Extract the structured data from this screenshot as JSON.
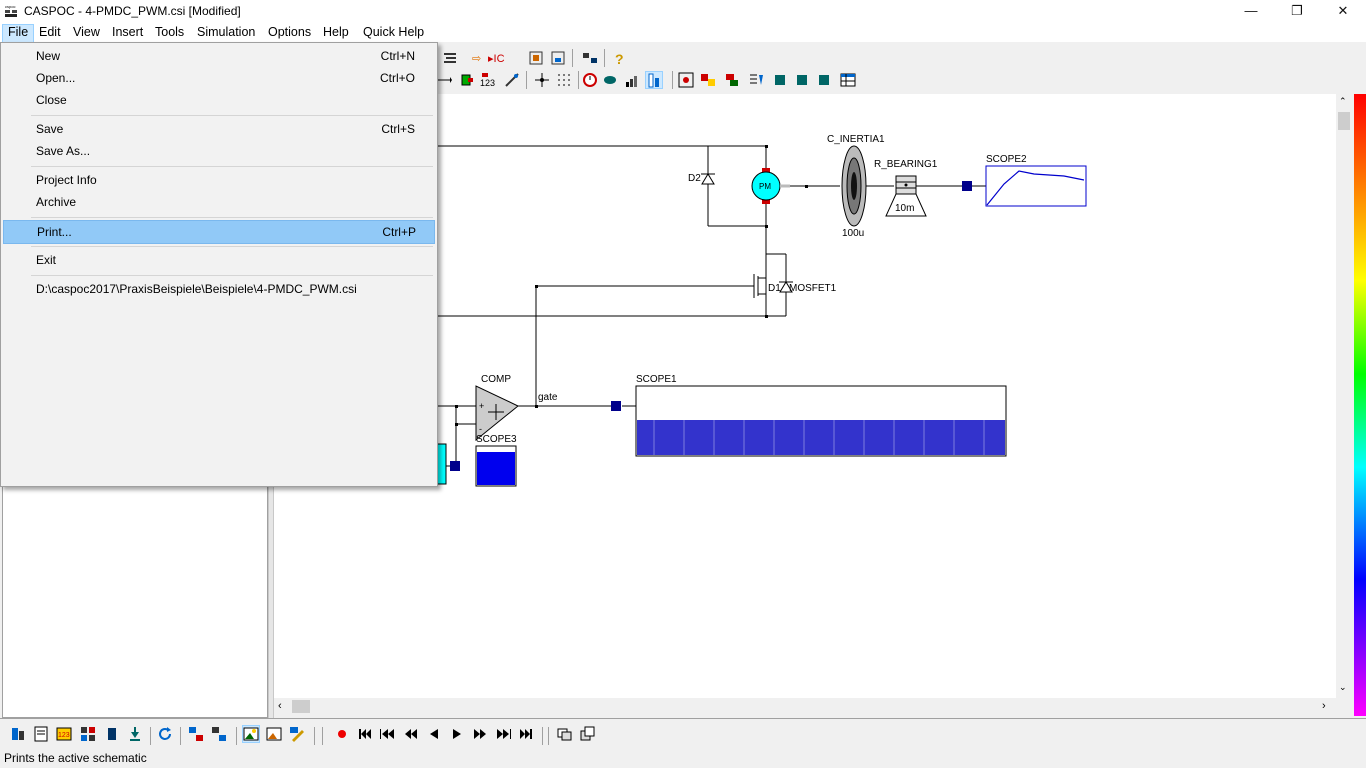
{
  "window": {
    "title": "CASPOC - 4-PMDC_PWM.csi [Modified]",
    "controls": {
      "minimize": "—",
      "maximize": "❐",
      "close": "✕"
    }
  },
  "menubar": [
    "File",
    "Edit",
    "View",
    "Insert",
    "Tools",
    "Simulation",
    "Options",
    "Help",
    "Quick Help"
  ],
  "file_menu": {
    "items": [
      {
        "label": "New",
        "shortcut": "Ctrl+N"
      },
      {
        "label": "Open...",
        "shortcut": "Ctrl+O"
      },
      {
        "label": "Close",
        "shortcut": ""
      },
      {
        "label": "Save",
        "shortcut": "Ctrl+S"
      },
      {
        "label": "Save As...",
        "shortcut": ""
      },
      {
        "label": "Project Info",
        "shortcut": ""
      },
      {
        "label": "Archive",
        "shortcut": ""
      },
      {
        "label": "Print...",
        "shortcut": "Ctrl+P",
        "highlighted": true
      },
      {
        "label": "Exit",
        "shortcut": ""
      },
      {
        "label": "D:\\caspoc2017\\PraxisBeispiele\\Beispiele\\4-PMDC_PWM.csi",
        "shortcut": ""
      }
    ]
  },
  "schematic": {
    "labels": {
      "c_inertia": "C_INERTIA1",
      "r_bearing": "R_BEARING1",
      "scope2": "SCOPE2",
      "d2": "D2",
      "pm": "PM",
      "inertia_value": "100u",
      "bearing_value": "10m",
      "d1": "D1",
      "mosfet": "MOSFET1",
      "comp": "COMP",
      "gate": "gate",
      "scope1": "SCOPE1",
      "scope3": "SCOPE3"
    }
  },
  "status": {
    "text": "Prints the active schematic"
  },
  "colors": {
    "accent_blue": "#0000cc",
    "pm_fill": "#00ffff",
    "menu_highlight": "#91c9f7"
  }
}
